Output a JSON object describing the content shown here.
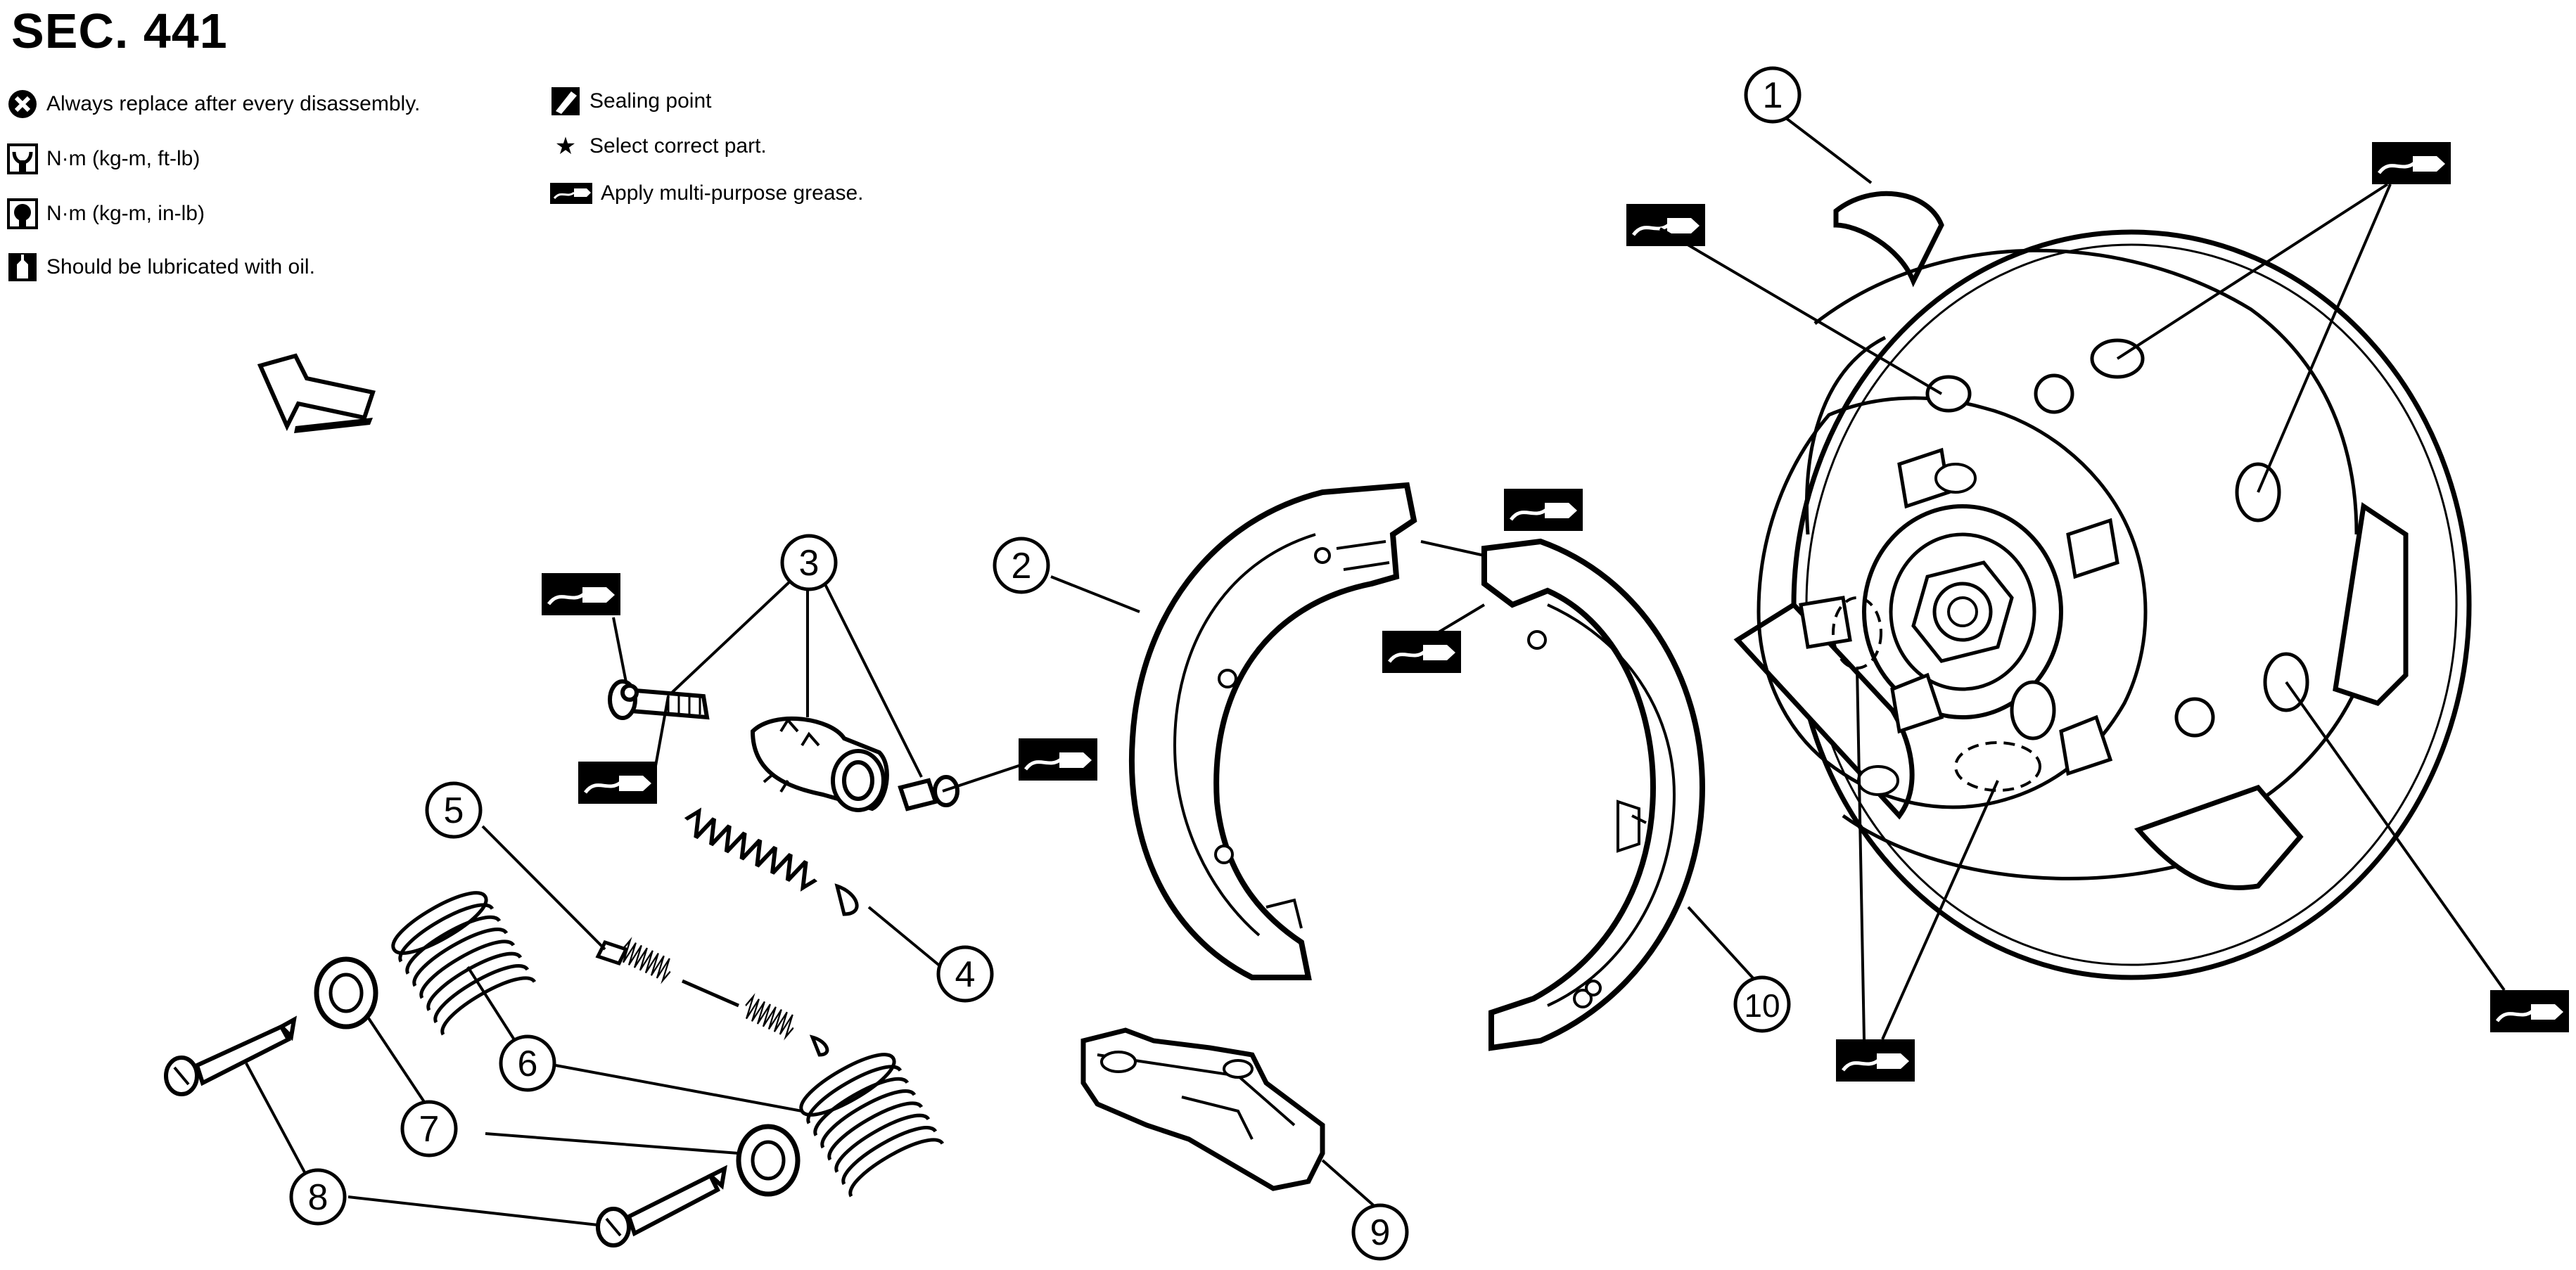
{
  "header": {
    "section": "SEC. 441"
  },
  "legend": {
    "always_replace": "Always replace after every disassembly.",
    "torque_ft": "N·m (kg-m, ft-lb)",
    "torque_in": "N·m (kg-m, in-lb)",
    "lubricate_oil": "Should be lubricated with oil.",
    "sealing_point": "Sealing point",
    "select_part": "Select correct part.",
    "grease": "Apply multi-purpose grease."
  },
  "callouts": [
    "1",
    "2",
    "3",
    "4",
    "5",
    "6",
    "7",
    "8",
    "9",
    "10"
  ],
  "icons": {
    "replace": "x-circle-icon",
    "torque": "wrench-icon",
    "oil": "oil-can-icon",
    "sealing": "sealant-icon",
    "grease": "grease-icon",
    "front_arrow": "arrow-icon"
  }
}
